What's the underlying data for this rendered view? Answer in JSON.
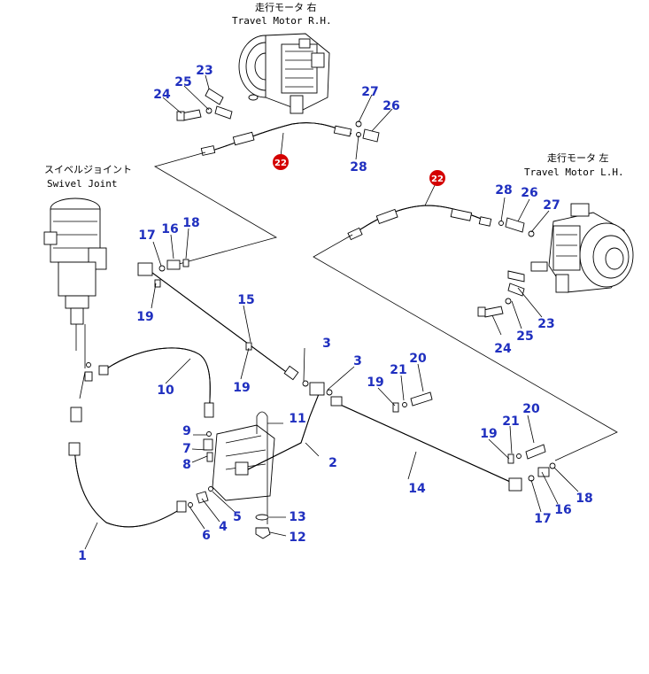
{
  "labels": {
    "travel_motor_rh_jp": "走行モータ 右",
    "travel_motor_rh_en": "Travel Motor R.H.",
    "travel_motor_lh_jp": "走行モータ 左",
    "travel_motor_lh_en": "Travel Motor L.H.",
    "swivel_joint_jp": "スイベルジョイント",
    "swivel_joint_en": "Swivel Joint"
  },
  "badge_color": "#d40000",
  "number_color": "#1f2fbf",
  "callouts": {
    "rh_23": "23",
    "rh_25": "25",
    "rh_24": "24",
    "rh_27": "27",
    "rh_26": "26",
    "rh_28": "28",
    "rh_22": "22",
    "lh_22": "22",
    "lh_28": "28",
    "lh_26": "26",
    "lh_27": "27",
    "lh_23": "23",
    "lh_25": "25",
    "lh_24": "24",
    "l17a": "17",
    "l16a": "16",
    "l18a": "18",
    "l15": "15",
    "l19a": "19",
    "l19b": "19",
    "l10": "10",
    "l3a": "3",
    "l3b": "3",
    "l21a": "21",
    "l20a": "20",
    "l19c": "19",
    "l9": "9",
    "l7": "7",
    "l8": "8",
    "l11": "11",
    "l2": "2",
    "l21b": "21",
    "l20b": "20",
    "l19d": "19",
    "l14": "14",
    "l5": "5",
    "l4": "4",
    "l6": "6",
    "l13": "13",
    "l12": "12",
    "l17b": "17",
    "l16b": "16",
    "l18b": "18",
    "l1": "1"
  }
}
